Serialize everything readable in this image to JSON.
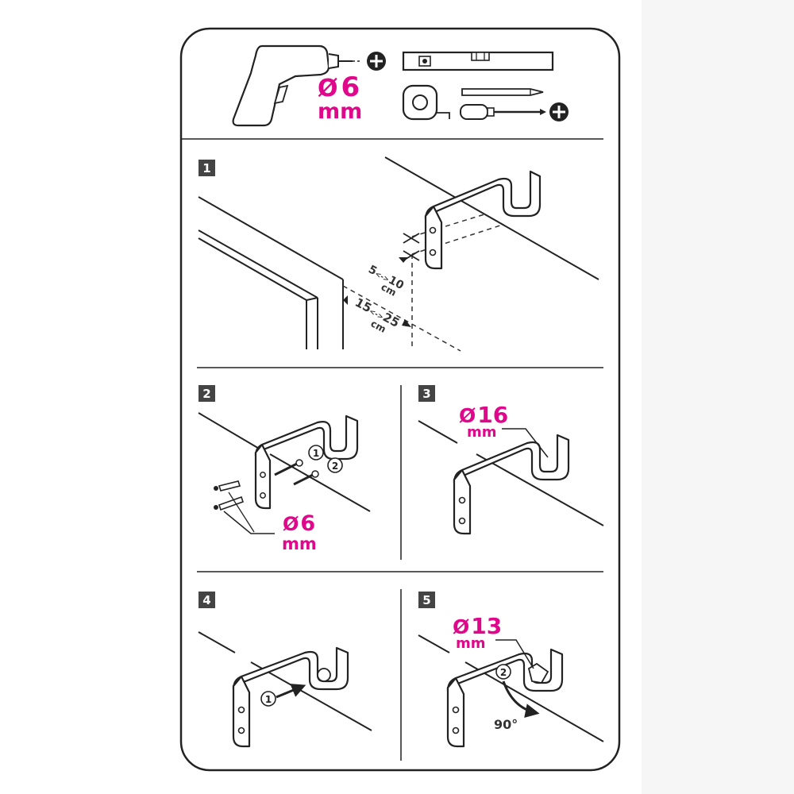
{
  "colors": {
    "accent": "#e0088a",
    "ink": "#222222",
    "step_badge": "#444444",
    "background": "#ffffff"
  },
  "tools": {
    "drill_bit": {
      "symbol": "Ø",
      "size": "6",
      "unit": "mm"
    },
    "icons": [
      "drill-icon",
      "plus-icon",
      "spirit-level-icon",
      "tape-measure-icon",
      "pencil-icon",
      "screwdriver-icon"
    ]
  },
  "steps": [
    {
      "number": "1",
      "dims": {
        "top_value_a": "5",
        "top_arrow": "<->",
        "top_value_b": "10",
        "top_unit": "cm",
        "bottom_value_a": "15",
        "bottom_arrow": "<->",
        "bottom_value_b": "25",
        "bottom_unit": "cm"
      }
    },
    {
      "number": "2",
      "labels": {
        "marker1": "1",
        "marker2": "2",
        "diameter_symbol": "Ø",
        "diameter": "6",
        "unit": "mm"
      }
    },
    {
      "number": "3",
      "labels": {
        "diameter_symbol": "Ø",
        "diameter": "16",
        "unit": "mm"
      }
    },
    {
      "number": "4",
      "labels": {
        "marker1": "1"
      }
    },
    {
      "number": "5",
      "labels": {
        "diameter_symbol": "Ø",
        "diameter": "13",
        "unit": "mm",
        "marker2": "2",
        "angle": "90°"
      }
    }
  ]
}
